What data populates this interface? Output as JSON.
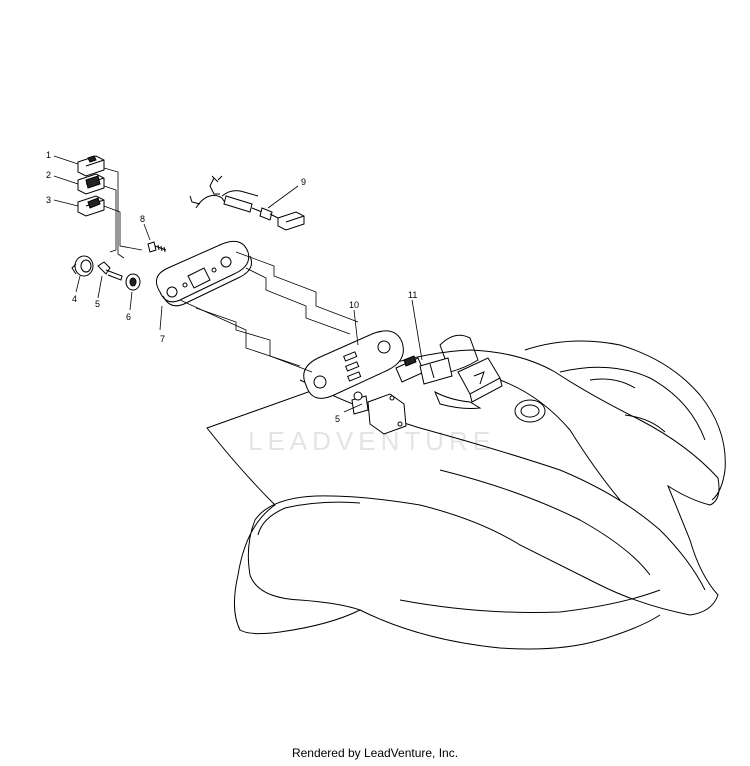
{
  "callouts": {
    "c1": "1",
    "c2": "2",
    "c3": "3",
    "c4": "4",
    "c5a": "5",
    "c5b": "5",
    "c6": "6",
    "c7": "7",
    "c8": "8",
    "c9": "9",
    "c10": "10",
    "c11": "11"
  },
  "watermark": "LEADVENTURE",
  "credit": "Rendered by LeadVenture, Inc."
}
